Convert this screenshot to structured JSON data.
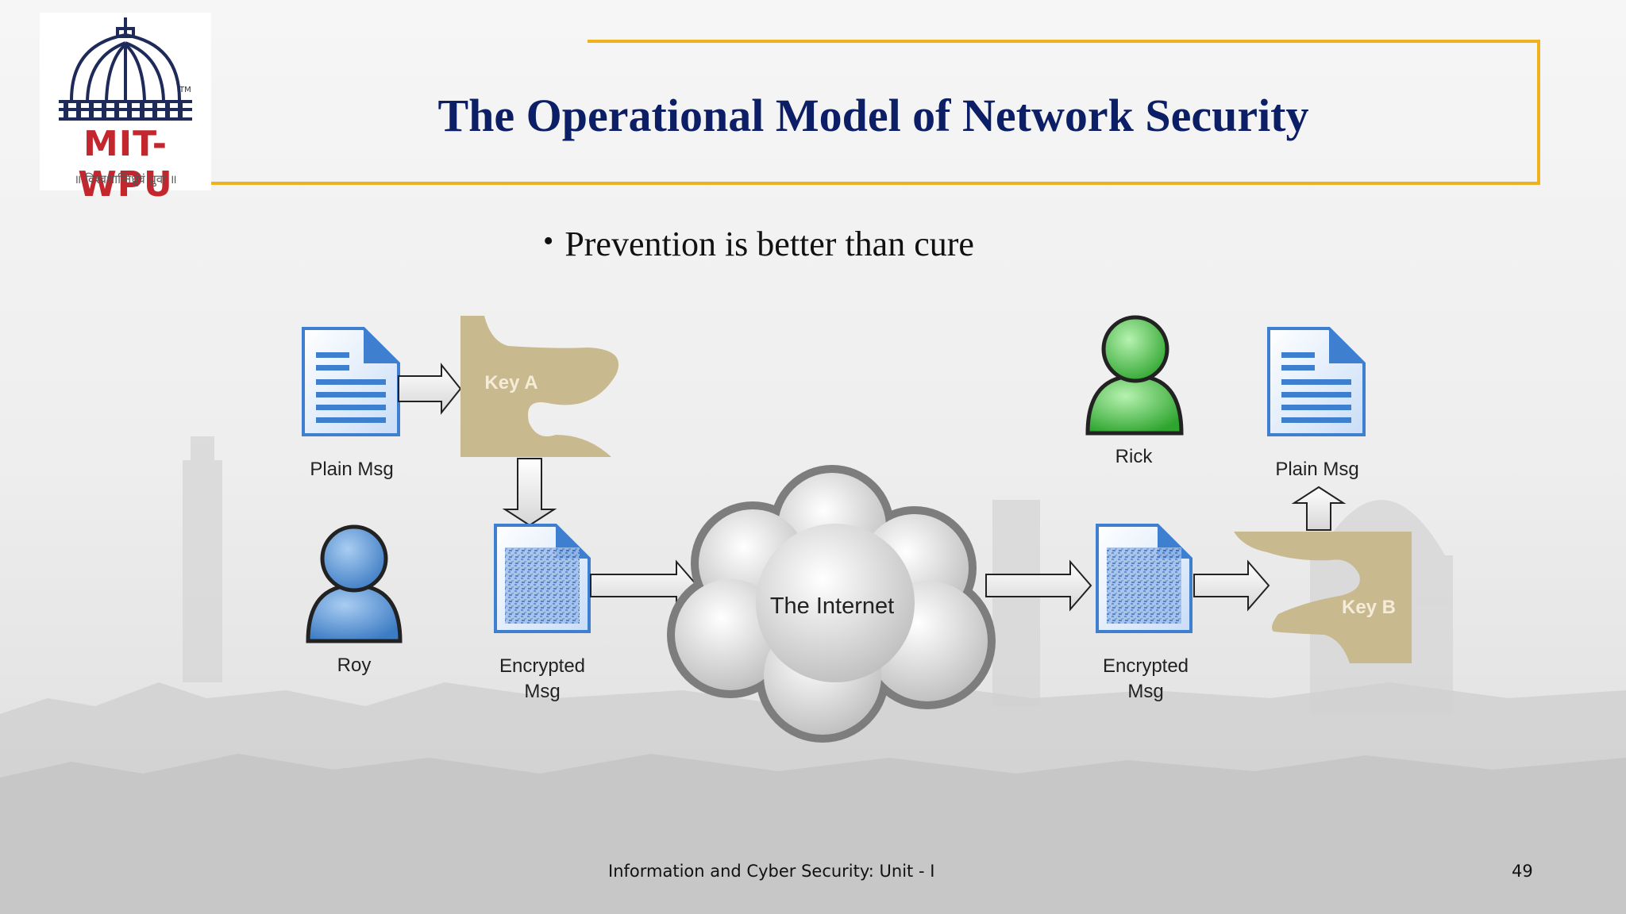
{
  "slide": {
    "title": "The Operational Model of Network Security",
    "bullet": "Prevention is better than cure",
    "footer": "Information and Cyber Security: Unit - I",
    "page_number": "49"
  },
  "logo": {
    "name": "MIT-WPU",
    "motto": "॥ विश्वशान्तिर्ध्रुवं ध्रुवा ॥",
    "trademark": "TM"
  },
  "diagram": {
    "plain_msg_left": "Plain Msg",
    "key_a": "Key A",
    "roy": "Roy",
    "encrypted_left_line1": "Encrypted",
    "encrypted_left_line2": "Msg",
    "internet": "The Internet",
    "rick": "Rick",
    "encrypted_right_line1": "Encrypted",
    "encrypted_right_line2": "Msg",
    "plain_msg_right": "Plain Msg",
    "key_b": "Key B"
  },
  "colors": {
    "title": "#0c1f66",
    "frame": "#f0b21c",
    "logo_red": "#c4262e",
    "key": "#c9b98e",
    "doc_blue": "#3f7fd0",
    "roy_blue": "#4f8fd6",
    "rick_green": "#4cc24c"
  }
}
